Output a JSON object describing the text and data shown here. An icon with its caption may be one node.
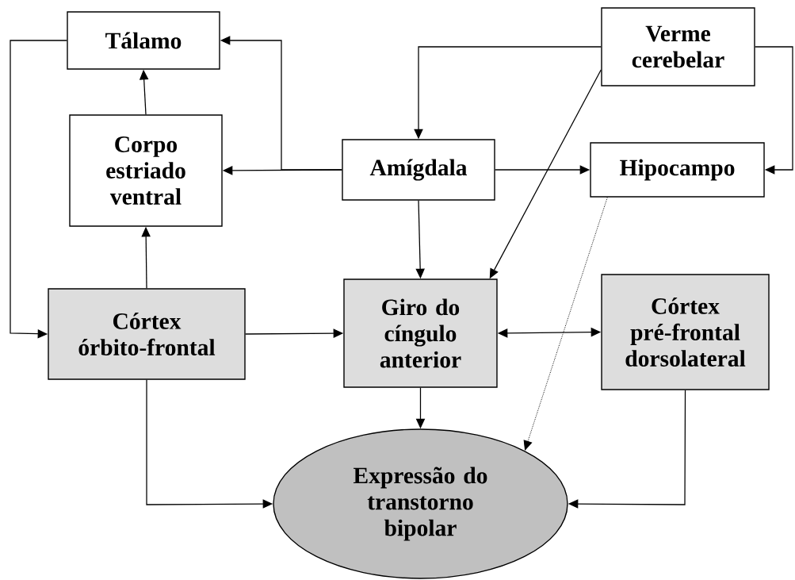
{
  "diagram": {
    "nodes": [
      {
        "text": [
          "Tálamo"
        ]
      },
      {
        "text": [
          "Verme cerebelar"
        ]
      },
      {
        "text": [
          "Corpo estriado ventral"
        ]
      },
      {
        "text": [
          "Amígdala"
        ]
      },
      {
        "text": [
          "Hipocampo"
        ]
      },
      {
        "text": [
          "Córtex órbito-frontal"
        ]
      },
      {
        "text": [
          "Giro do cíngulo anterior"
        ]
      },
      {
        "text": [
          "Córtex pré-frontal dorsolateral"
        ]
      },
      {
        "text": [
          "Expressão do transtorno bipolar"
        ]
      }
    ],
    "edges": [
      {
        "from": 0,
        "to": 5,
        "arrow": "to"
      },
      {
        "from": 2,
        "to": 0,
        "arrow": "to"
      },
      {
        "from": 3,
        "to": 2,
        "arrow": "to"
      },
      {
        "from": 3,
        "to": 0,
        "arrow": "to"
      },
      {
        "from": 1,
        "to": 3,
        "arrow": "to"
      },
      {
        "from": 1,
        "to": 6,
        "arrow": "to"
      },
      {
        "from": 1,
        "to": 4,
        "arrow": "to"
      },
      {
        "from": 3,
        "to": 4,
        "arrow": "to"
      },
      {
        "from": 3,
        "to": 6,
        "arrow": "to"
      },
      {
        "from": 4,
        "to": 8,
        "arrow": "to",
        "style": "dashed"
      },
      {
        "from": 5,
        "to": 2,
        "arrow": "to"
      },
      {
        "from": 5,
        "to": 6,
        "arrow": "to"
      },
      {
        "from": 6,
        "to": 7,
        "arrow": "both"
      },
      {
        "from": 6,
        "to": 8,
        "arrow": "to"
      },
      {
        "from": 5,
        "to": 8,
        "arrow": "to"
      },
      {
        "from": 7,
        "to": 8,
        "arrow": "to"
      }
    ]
  }
}
